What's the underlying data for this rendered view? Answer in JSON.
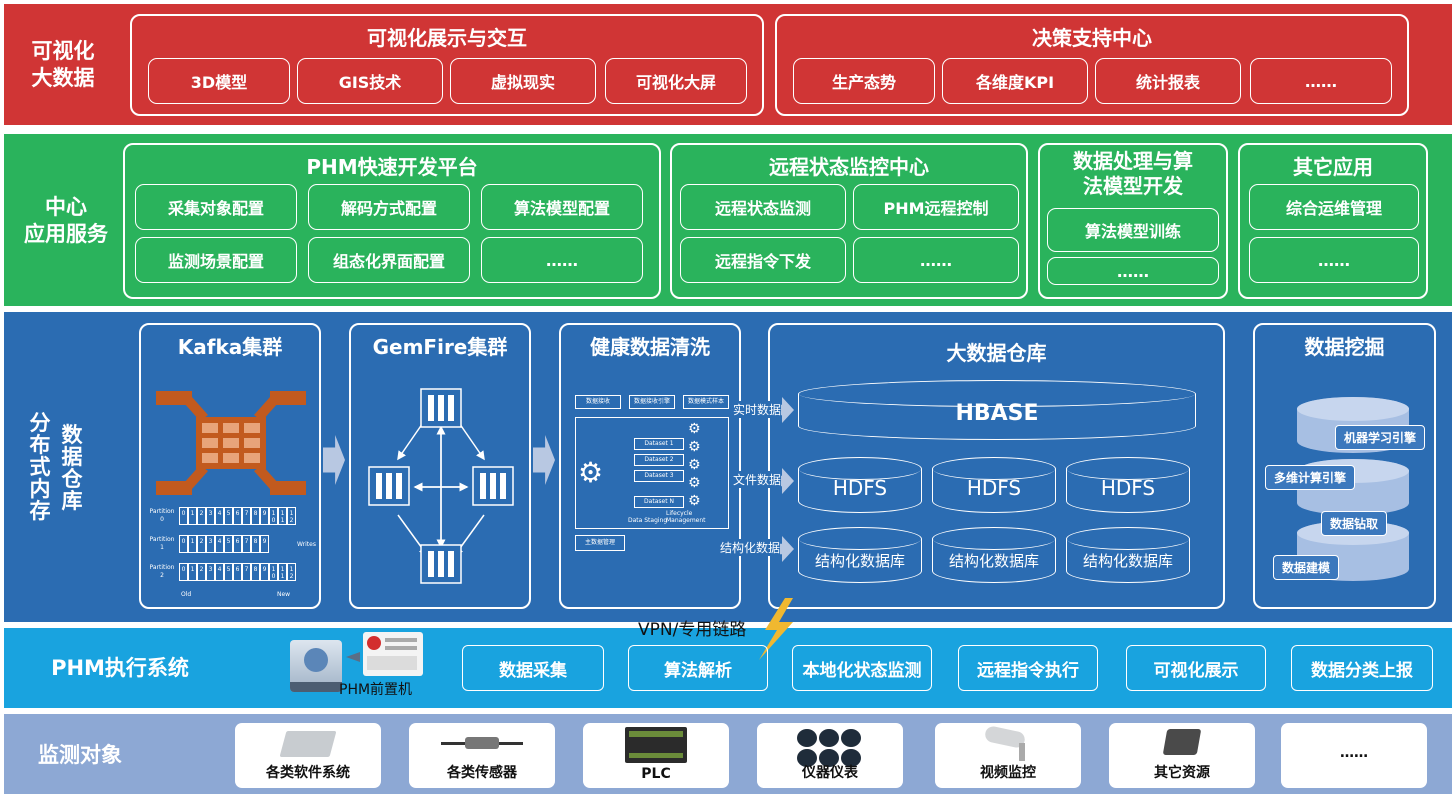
{
  "bands": {
    "viz": {
      "label": "可视化\n大数据"
    },
    "center": {
      "label": "中心\n应用服务"
    },
    "dist": {
      "label_a": "数\n据\n仓\n库",
      "label_b": "分\n布\n式\n内\n存"
    },
    "phm": {
      "label": "PHM执行系统"
    },
    "monitor": {
      "label": "监测对象"
    }
  },
  "viz_panel": {
    "title": "可视化展示与交互",
    "items": [
      "3D模型",
      "GIS技术",
      "虚拟现实",
      "可视化大屏"
    ]
  },
  "decision_panel": {
    "title": "决策支持中心",
    "items": [
      "生产态势",
      "各维度KPI",
      "统计报表",
      "……"
    ]
  },
  "phm_platform": {
    "title": "PHM快速开发平台",
    "items": [
      "采集对象配置",
      "解码方式配置",
      "算法模型配置",
      "监测场景配置",
      "组态化界面配置",
      "……"
    ]
  },
  "remote_center": {
    "title": "远程状态监控中心",
    "items": [
      "远程状态监测",
      "PHM远程控制",
      "远程指令下发",
      "……"
    ]
  },
  "data_proc": {
    "title": "数据处理与算\n法模型开发",
    "items": [
      "算法模型训练",
      "……"
    ]
  },
  "other_apps": {
    "title": "其它应用",
    "items": [
      "综合运维管理",
      "……"
    ]
  },
  "kafka": {
    "title": "Kafka集群",
    "partitions": [
      "Partition\n0",
      "Partition\n1",
      "Partition\n2"
    ],
    "cells": [
      "0",
      "1",
      "2",
      "3",
      "4",
      "5",
      "6",
      "7",
      "8",
      "9",
      "1\n0",
      "1\n1",
      "1\n2"
    ],
    "old": "Old",
    "new": "New",
    "writes": "Writes"
  },
  "gemfire": {
    "title": "GemFire集群"
  },
  "cleaning": {
    "title": "健康数据清洗",
    "top_boxes": [
      "数据接收",
      "数据接收引擎",
      "数据模式样本"
    ],
    "datasets": [
      "Dataset 1",
      "Dataset 2",
      "Dataset 3",
      "Dataset N"
    ],
    "staging": "Data Staging",
    "lifecycle": "Lifecycle Management",
    "master": "主数据管理"
  },
  "flows": [
    "实时数据",
    "文件数据",
    "结构化数据"
  ],
  "warehouse": {
    "title": "大数据仓库",
    "hbase": "HBASE",
    "hdfs": [
      "HDFS",
      "HDFS",
      "HDFS"
    ],
    "structured": [
      "结构化数据库",
      "结构化数据库",
      "结构化数据库"
    ]
  },
  "mining": {
    "title": "数据挖掘",
    "items": [
      "机器学习引擎",
      "多维计算引擎",
      "数据钻取",
      "数据建模"
    ]
  },
  "vpn": "VPN/专用链路",
  "phm_exec": {
    "front": "PHM前置机",
    "items": [
      "数据采集",
      "算法解析",
      "本地化状态监测",
      "远程指令执行",
      "可视化展示",
      "数据分类上报"
    ]
  },
  "monitor_items": [
    "各类软件系统",
    "各类传感器",
    "PLC",
    "仪器仪表",
    "视频监控",
    "其它资源",
    "……"
  ],
  "colors": {
    "red": "#d03535",
    "green": "#2ab35c",
    "blue": "#2b6cb2",
    "cyan": "#19a3df",
    "gray": "#8da8d4",
    "kafka": "#c25a1e"
  }
}
